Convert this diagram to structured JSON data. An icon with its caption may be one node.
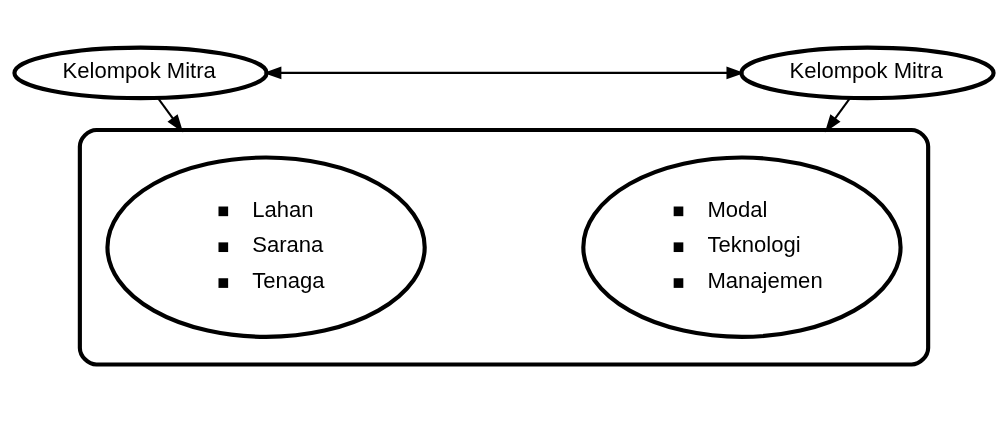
{
  "diagram": {
    "nodes": [
      {
        "text": [
          "Kelompok Mitra"
        ]
      },
      {
        "text": [
          "Kelompok Mitra"
        ]
      },
      {
        "text": [],
        "shape": "ellipse"
      },
      {
        "text": [
          "Lahan",
          "Sarana",
          "Tenaga"
        ],
        "in": 2
      },
      {
        "text": [
          "Modal",
          "Teknologi",
          "Manajemen"
        ],
        "in": 2
      }
    ],
    "edges": [
      {
        "from": 0,
        "to": 1,
        "arrow": "both"
      },
      {
        "from": 0,
        "to": 2,
        "arrow": "to"
      },
      {
        "from": 1,
        "to": 2,
        "arrow": "to"
      }
    ]
  }
}
